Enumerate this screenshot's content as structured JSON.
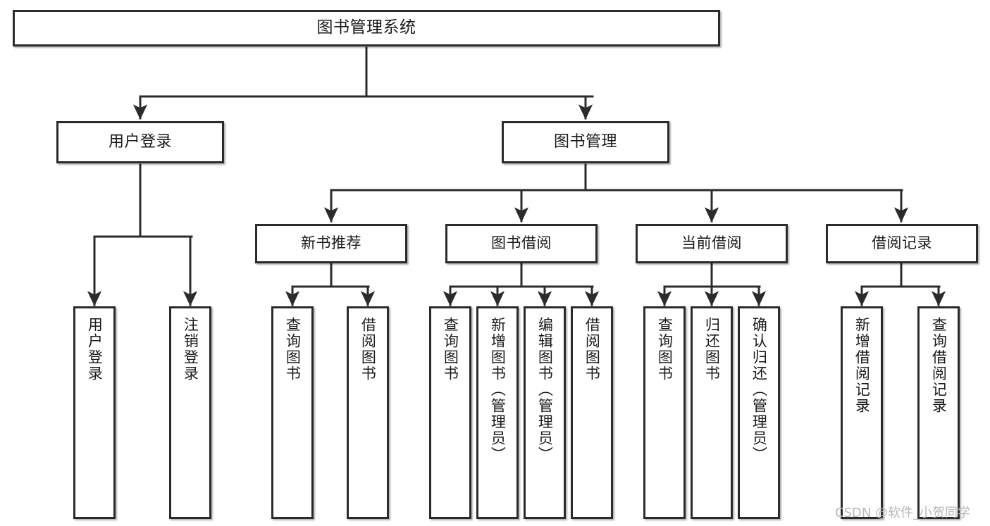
{
  "diagram": {
    "type": "tree",
    "title": "图书管理系统",
    "orientation": "top-down",
    "colors": {
      "stroke": "#2b2b2b",
      "fill": "#ffffff",
      "text": "#1a1a1a",
      "watermark": "#b8b8b8",
      "background": "#ffffff"
    },
    "root": {
      "label": "图书管理系统"
    },
    "level1": [
      {
        "label": "用户登录"
      },
      {
        "label": "图书管理"
      }
    ],
    "level2": [
      {
        "label": "新书推荐"
      },
      {
        "label": "图书借阅"
      },
      {
        "label": "当前借阅"
      },
      {
        "label": "借阅记录"
      }
    ],
    "leaves": {
      "user_login": [
        {
          "label": "用户登录"
        },
        {
          "label": "注销登录"
        }
      ],
      "new_book_recommend": [
        {
          "label": "查询图书"
        },
        {
          "label": "借阅图书"
        }
      ],
      "book_borrow": [
        {
          "label": "查询图书"
        },
        {
          "label": "新增图书（管理员）"
        },
        {
          "label": "编辑图书（管理员）"
        },
        {
          "label": "借阅图书"
        }
      ],
      "current_borrow": [
        {
          "label": "查询图书"
        },
        {
          "label": "归还图书"
        },
        {
          "label": "确认归还（管理员）"
        }
      ],
      "borrow_record": [
        {
          "label": "新增借阅记录"
        },
        {
          "label": "查询借阅记录"
        }
      ]
    }
  },
  "watermark": {
    "text": "CSDN @软件_小贺同学"
  }
}
